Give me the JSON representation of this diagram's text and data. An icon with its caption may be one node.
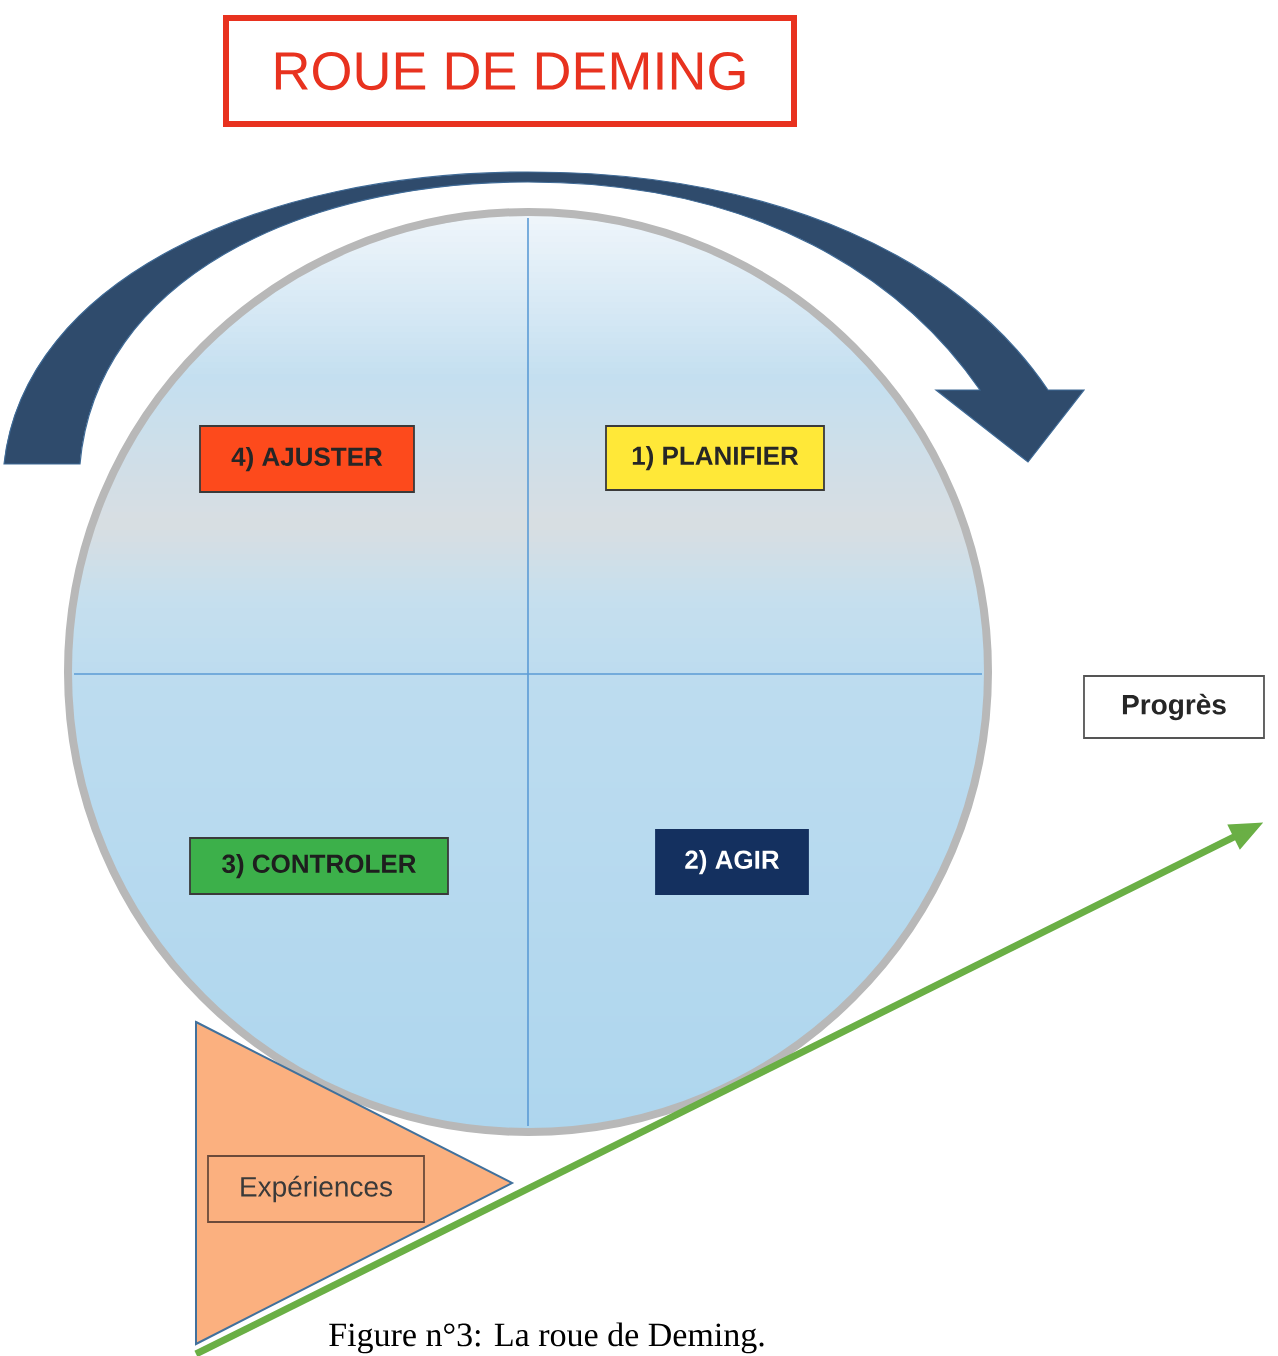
{
  "diagram": {
    "title": "ROUE DE DEMING",
    "caption": "Figure n°3: La roue de Deming.",
    "nodes": [
      {
        "text": [],
        "shape": "circle"
      },
      {
        "text": [
          "4) AJUSTER"
        ],
        "in": 0
      },
      {
        "text": [
          "1) PLANIFIER"
        ],
        "in": 0
      },
      {
        "text": [
          "3) CONTROLER"
        ],
        "in": 0
      },
      {
        "text": [
          "2) AGIR"
        ],
        "in": 0
      },
      {
        "text": [
          "Progrès"
        ]
      },
      {
        "text": [],
        "shape": "triangle"
      },
      {
        "text": [
          "Expériences"
        ],
        "in": 6
      }
    ]
  }
}
